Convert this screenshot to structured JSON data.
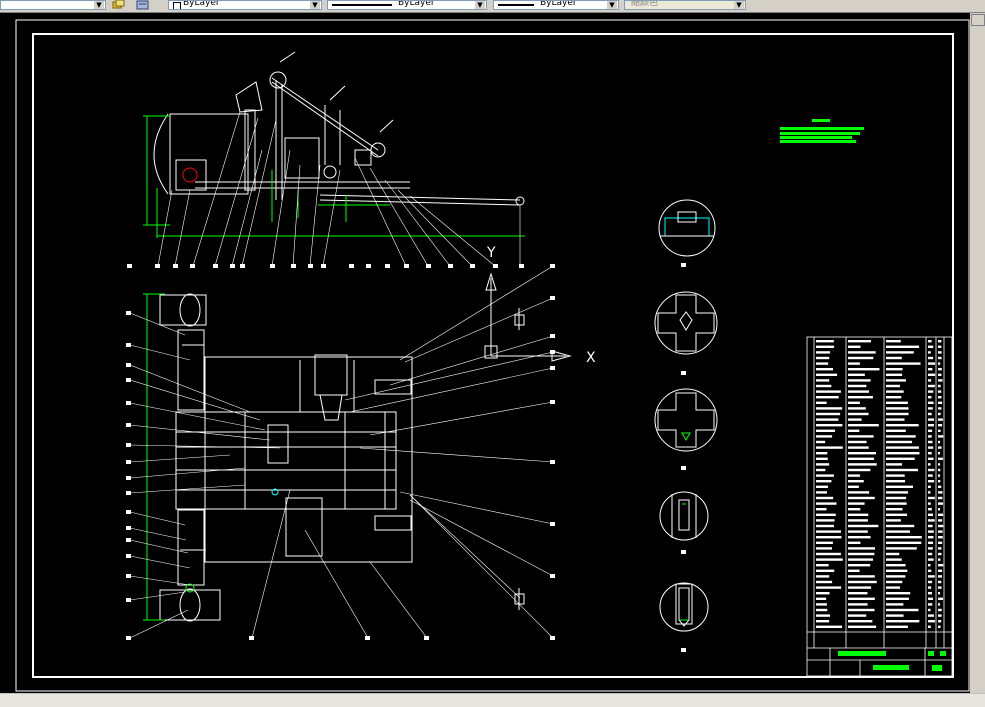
{
  "toolbar": {
    "layer_combo": {
      "value": "ByLayer"
    },
    "linetype_combo": {
      "value": "ByLayer"
    },
    "lineweight_combo": {
      "value": "ByLayer"
    },
    "plotstyle_combo": {
      "value": "随颜色"
    }
  },
  "drawing": {
    "axis_y_label": "Y",
    "axis_x_label": "X"
  },
  "colors": {
    "background": "#000000",
    "line_white": "#ffffff",
    "accent_green": "#00ff00",
    "accent_cyan": "#00ffff",
    "accent_red": "#ff0000"
  },
  "icons": [
    "layer-manager-icon",
    "layer-previous-icon",
    "color-checkbox-icon"
  ]
}
